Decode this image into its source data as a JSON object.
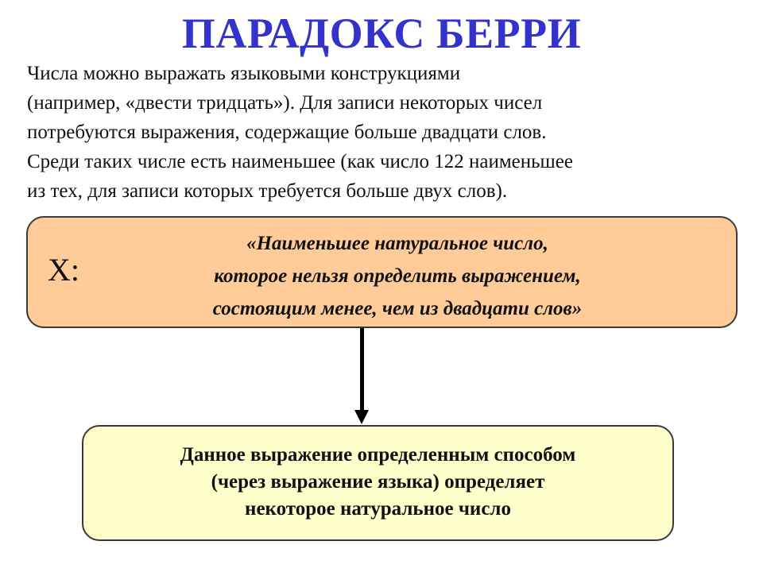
{
  "slide": {
    "title": "ПАРАДОКС БЕРРИ",
    "intro_lines": [
      "Числа можно выражать языковыми конструкциями",
      "(например, «двести тридцать»). Для записи некоторых чисел",
      "потребуются выражения, содержащие больше двадцати слов.",
      "Среди таких числе есть наименьшее (как число 122 наименьшее",
      "из тех, для записи которых требуется больше двух слов)."
    ],
    "definition_box": {
      "label": "X:",
      "quote_lines": [
        "«Наименьшее натуральное число,",
        "которое нельзя определить выражением,",
        "состоящим менее, чем из двадцати слов»"
      ],
      "fill_color": "#ffcc99"
    },
    "arrow": {
      "direction": "down",
      "icon": "arrow-down-icon"
    },
    "result_box": {
      "lines": [
        "Данное выражение определенным способом",
        "(через выражение языка) определяет",
        "некоторое натуральное число"
      ],
      "fill_color": "#ffffcc"
    },
    "colors": {
      "title": "#3333cc",
      "border": "#3a3a3a",
      "text": "#111111"
    }
  }
}
